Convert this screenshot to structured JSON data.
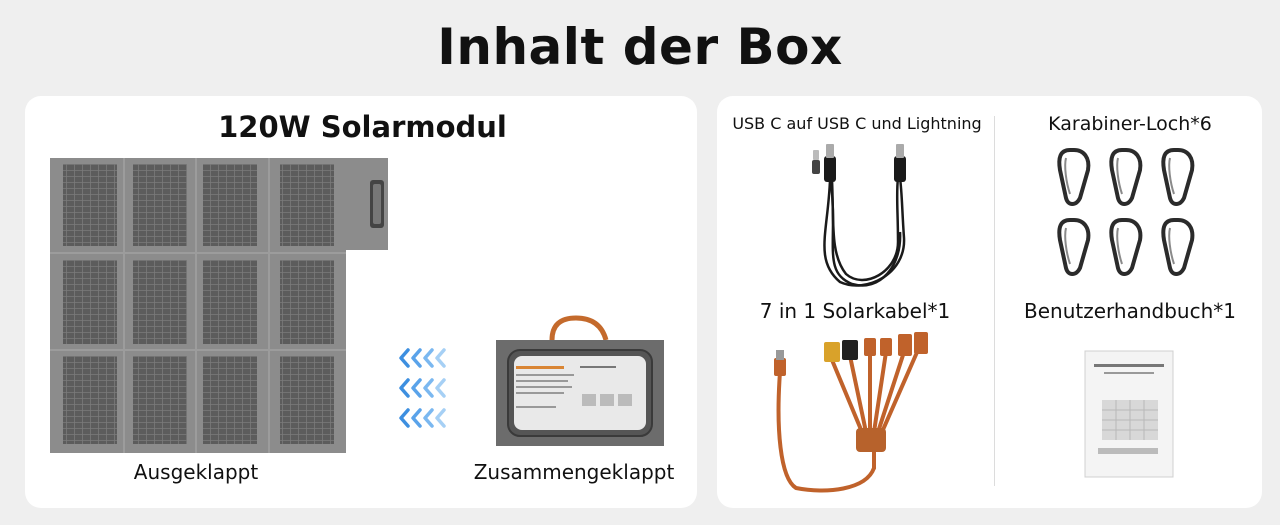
{
  "title": "Inhalt der Box",
  "solar_panel": {
    "heading": "120W Solarmodul",
    "unfolded_label": "Ausgeklappt",
    "folded_label": "Zusammengeklappt"
  },
  "items": {
    "usb_cable": "USB C auf USB C und Lightning",
    "carabiner": "Karabiner-Loch*6",
    "solar_cable": "7 in 1 Solarkabel*1",
    "manual": "Benutzerhandbuch*1"
  },
  "colors": {
    "background": "#efefef",
    "card": "#ffffff",
    "panel_frame": "#8a8a8a",
    "panel_cell": "#5f5f5f",
    "arrow": "#6fb6ee",
    "cable_orange": "#c0622b"
  },
  "icons": [
    "solar-panel-unfolded-image",
    "fold-arrows-icon",
    "solar-panel-folded-image",
    "usb-cable-image",
    "carabiner-image",
    "solar-cable-image",
    "manual-image"
  ]
}
